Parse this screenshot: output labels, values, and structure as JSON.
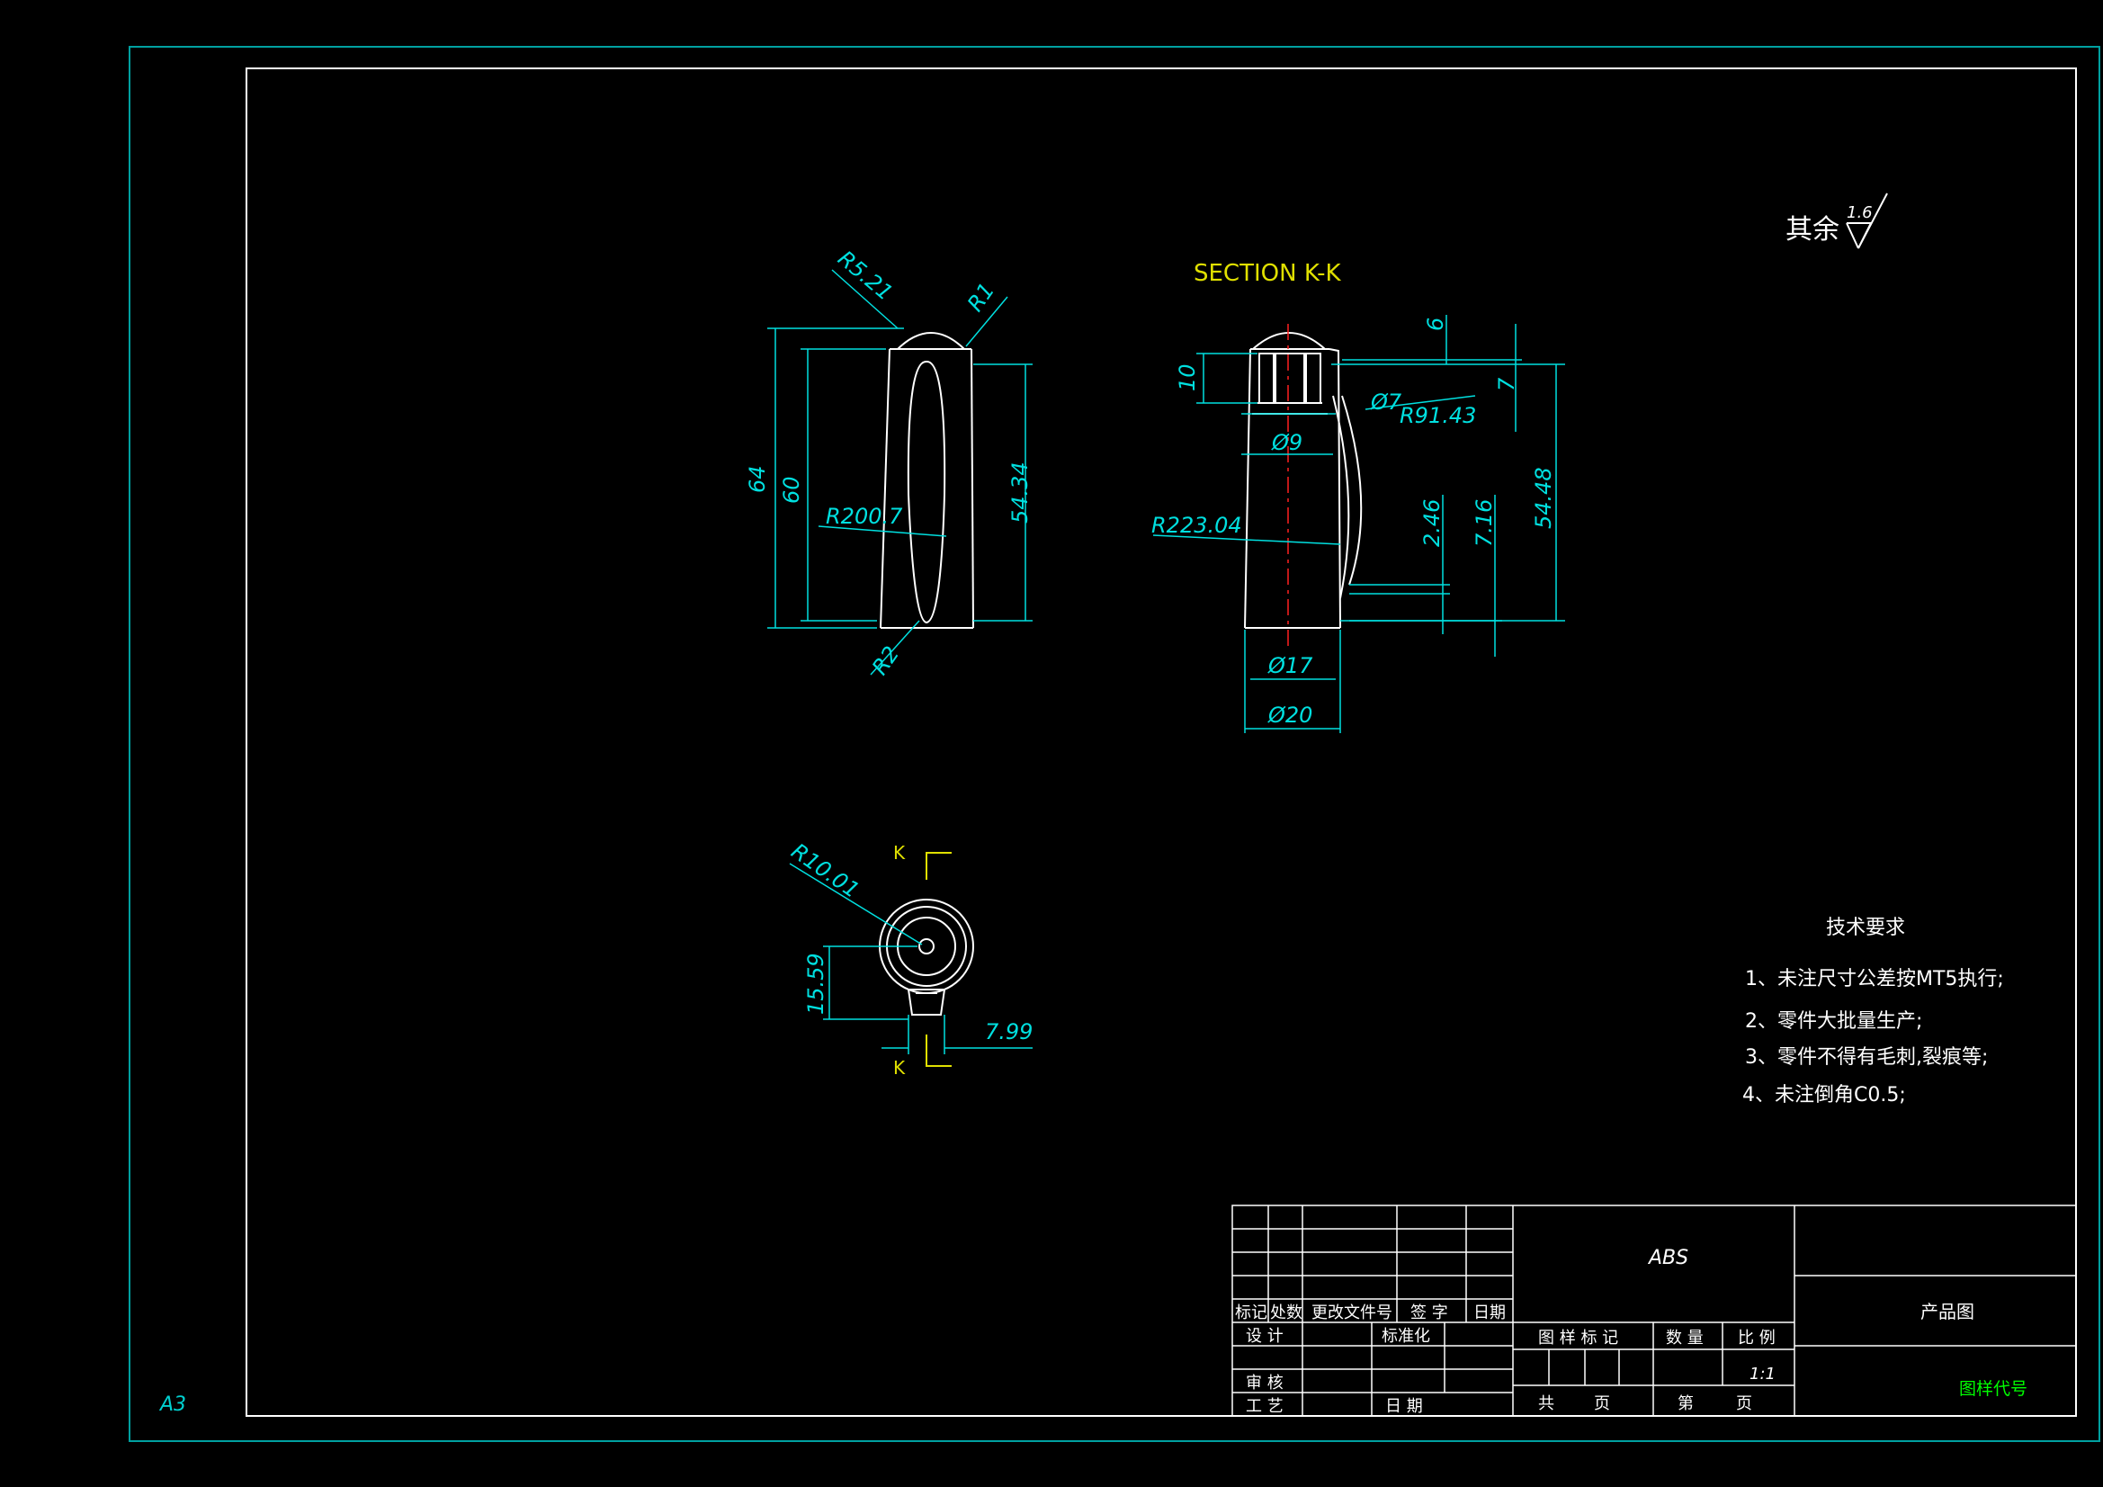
{
  "sheet": {
    "size_label": "A3"
  },
  "roughness": {
    "label": "其余",
    "value": "1.6"
  },
  "section": {
    "title": "SECTION K-K",
    "marker": "K"
  },
  "front_view": {
    "dims": {
      "r521": "R5.21",
      "r1": "R1",
      "h64": "64",
      "h60": "60",
      "h5434": "54.34",
      "r2007": "R200.7",
      "r2": "R2"
    }
  },
  "section_view": {
    "dims": {
      "d6": "6",
      "d10": "10",
      "d7": "7",
      "phi7": "Ø7",
      "r9143": "R91.43",
      "phi9": "Ø9",
      "r22304": "R223.04",
      "d246": "2.46",
      "d716": "7.16",
      "d5448": "54.48",
      "phi17": "Ø17",
      "phi20": "Ø20"
    }
  },
  "top_view": {
    "dims": {
      "r1001": "R10.01",
      "d1559": "15.59",
      "d799": "7.99"
    }
  },
  "tech_requirements": {
    "title": "技术要求",
    "items": [
      "1、未注尺寸公差按MT5执行;",
      "2、零件大批量生产;",
      "3、零件不得有毛刺,裂痕等;",
      "4、未注倒角C0.5;"
    ]
  },
  "title_block": {
    "material": "ABS",
    "part_name": "产品图",
    "drawing_code": "图样代号",
    "rev_headers": [
      "标记",
      "处数",
      "更改文件号",
      "签 字",
      "日期"
    ],
    "design": "设 计",
    "standardize": "标准化",
    "check": "审 核",
    "process": "工 艺",
    "date": "日 期",
    "mark_label": "图 样 标 记",
    "qty_label": "数 量",
    "scale_label": "比 例",
    "scale_value": "1:1",
    "total": "共",
    "sheet_word": "页",
    "page_no": "第"
  },
  "colors": {
    "frame_outer": "#00a0a0",
    "frame_inner": "#ffffff",
    "geometry": "#ffffff",
    "dimension": "#00e0e0",
    "section_text": "#e0e000",
    "center_line": "#ff2020",
    "code_text": "#00ff00"
  }
}
